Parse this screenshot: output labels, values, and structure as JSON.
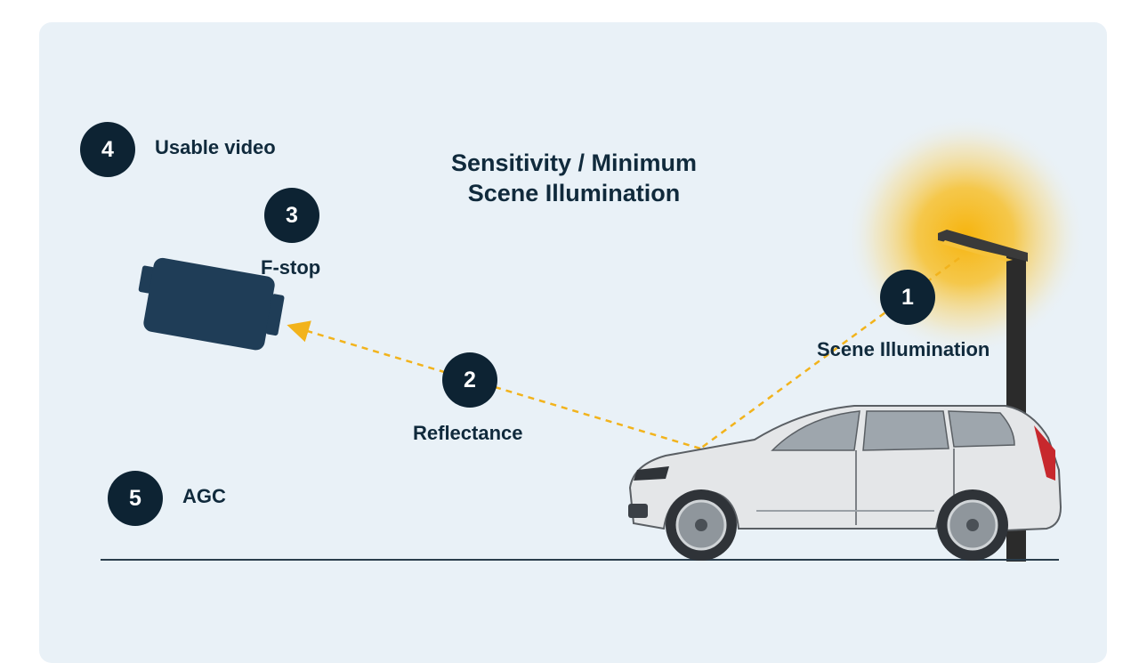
{
  "title_line1": "Sensitivity / Minimum",
  "title_line2": "Scene Illumination",
  "steps": [
    {
      "number": "1",
      "label": "Scene Illumination"
    },
    {
      "number": "2",
      "label": "Reflectance"
    },
    {
      "number": "3",
      "label": "F-stop"
    },
    {
      "number": "4",
      "label": "Usable video"
    },
    {
      "number": "5",
      "label": "AGC"
    }
  ],
  "colors": {
    "background": "#e9f1f7",
    "badge": "#0d2333",
    "accent": "#f2b31c",
    "camera": "#1f3d57",
    "ground": "#2a3d4c"
  }
}
